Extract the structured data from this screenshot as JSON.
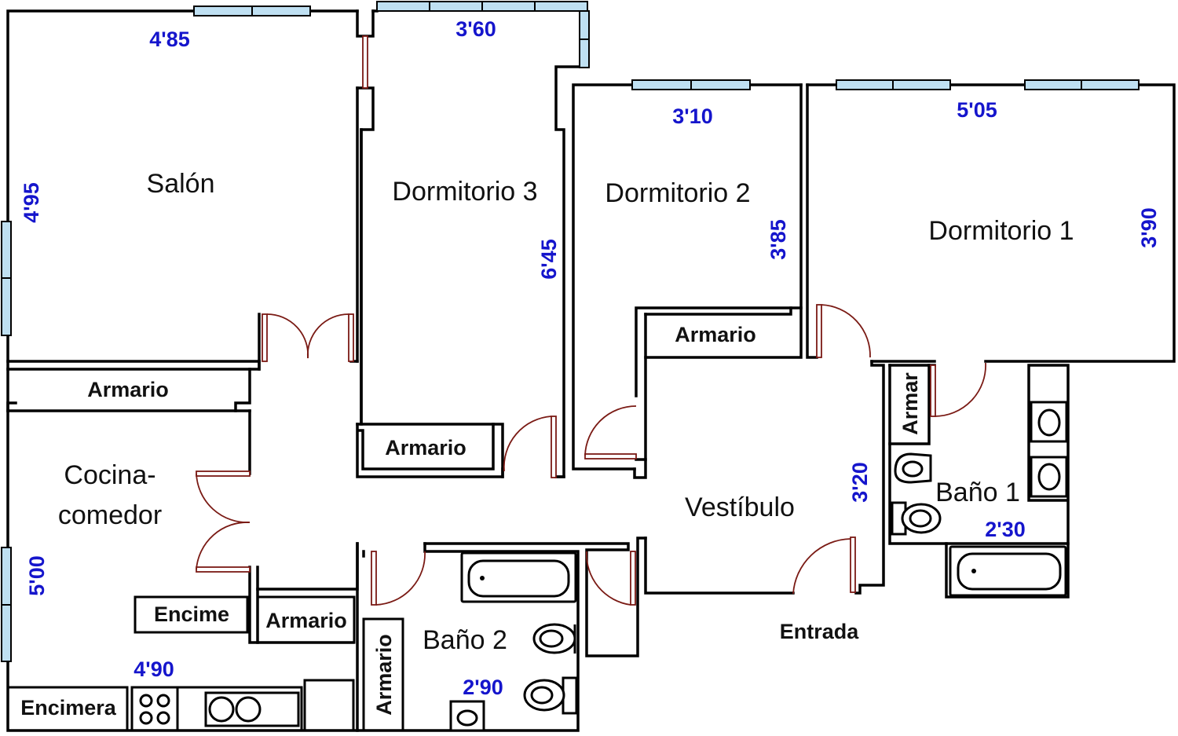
{
  "rooms": {
    "salon": "Salón",
    "dormitorio3": "Dormitorio 3",
    "dormitorio2": "Dormitorio 2",
    "dormitorio1": "Dormitorio 1",
    "cocina_line1": "Cocina-",
    "cocina_line2": "comedor",
    "vestibulo": "Vestíbulo",
    "bano1": "Baño 1",
    "bano2": "Baño 2"
  },
  "furniture": {
    "armario": "Armario",
    "armar": "Armar",
    "encime": "Encime",
    "encimera": "Encimera"
  },
  "entrance": "Entrada",
  "dimensions": {
    "salon_width": "4'85",
    "salon_height": "4'95",
    "dorm3_width": "3'60",
    "dorm3_height": "6'45",
    "dorm2_width": "3'10",
    "dorm2_height": "3'85",
    "dorm1_width": "5'05",
    "dorm1_height": "3'90",
    "vestibulo_height": "3'20",
    "bano1_width": "2'30",
    "bano2_width": "2'90",
    "cocina_width": "4'90",
    "cocina_height": "5'00"
  },
  "colors": {
    "dimension_text": "#1515cc",
    "door_arc": "#7a1a14",
    "window_fill": "#bfe0f2",
    "wall": "#000000"
  }
}
